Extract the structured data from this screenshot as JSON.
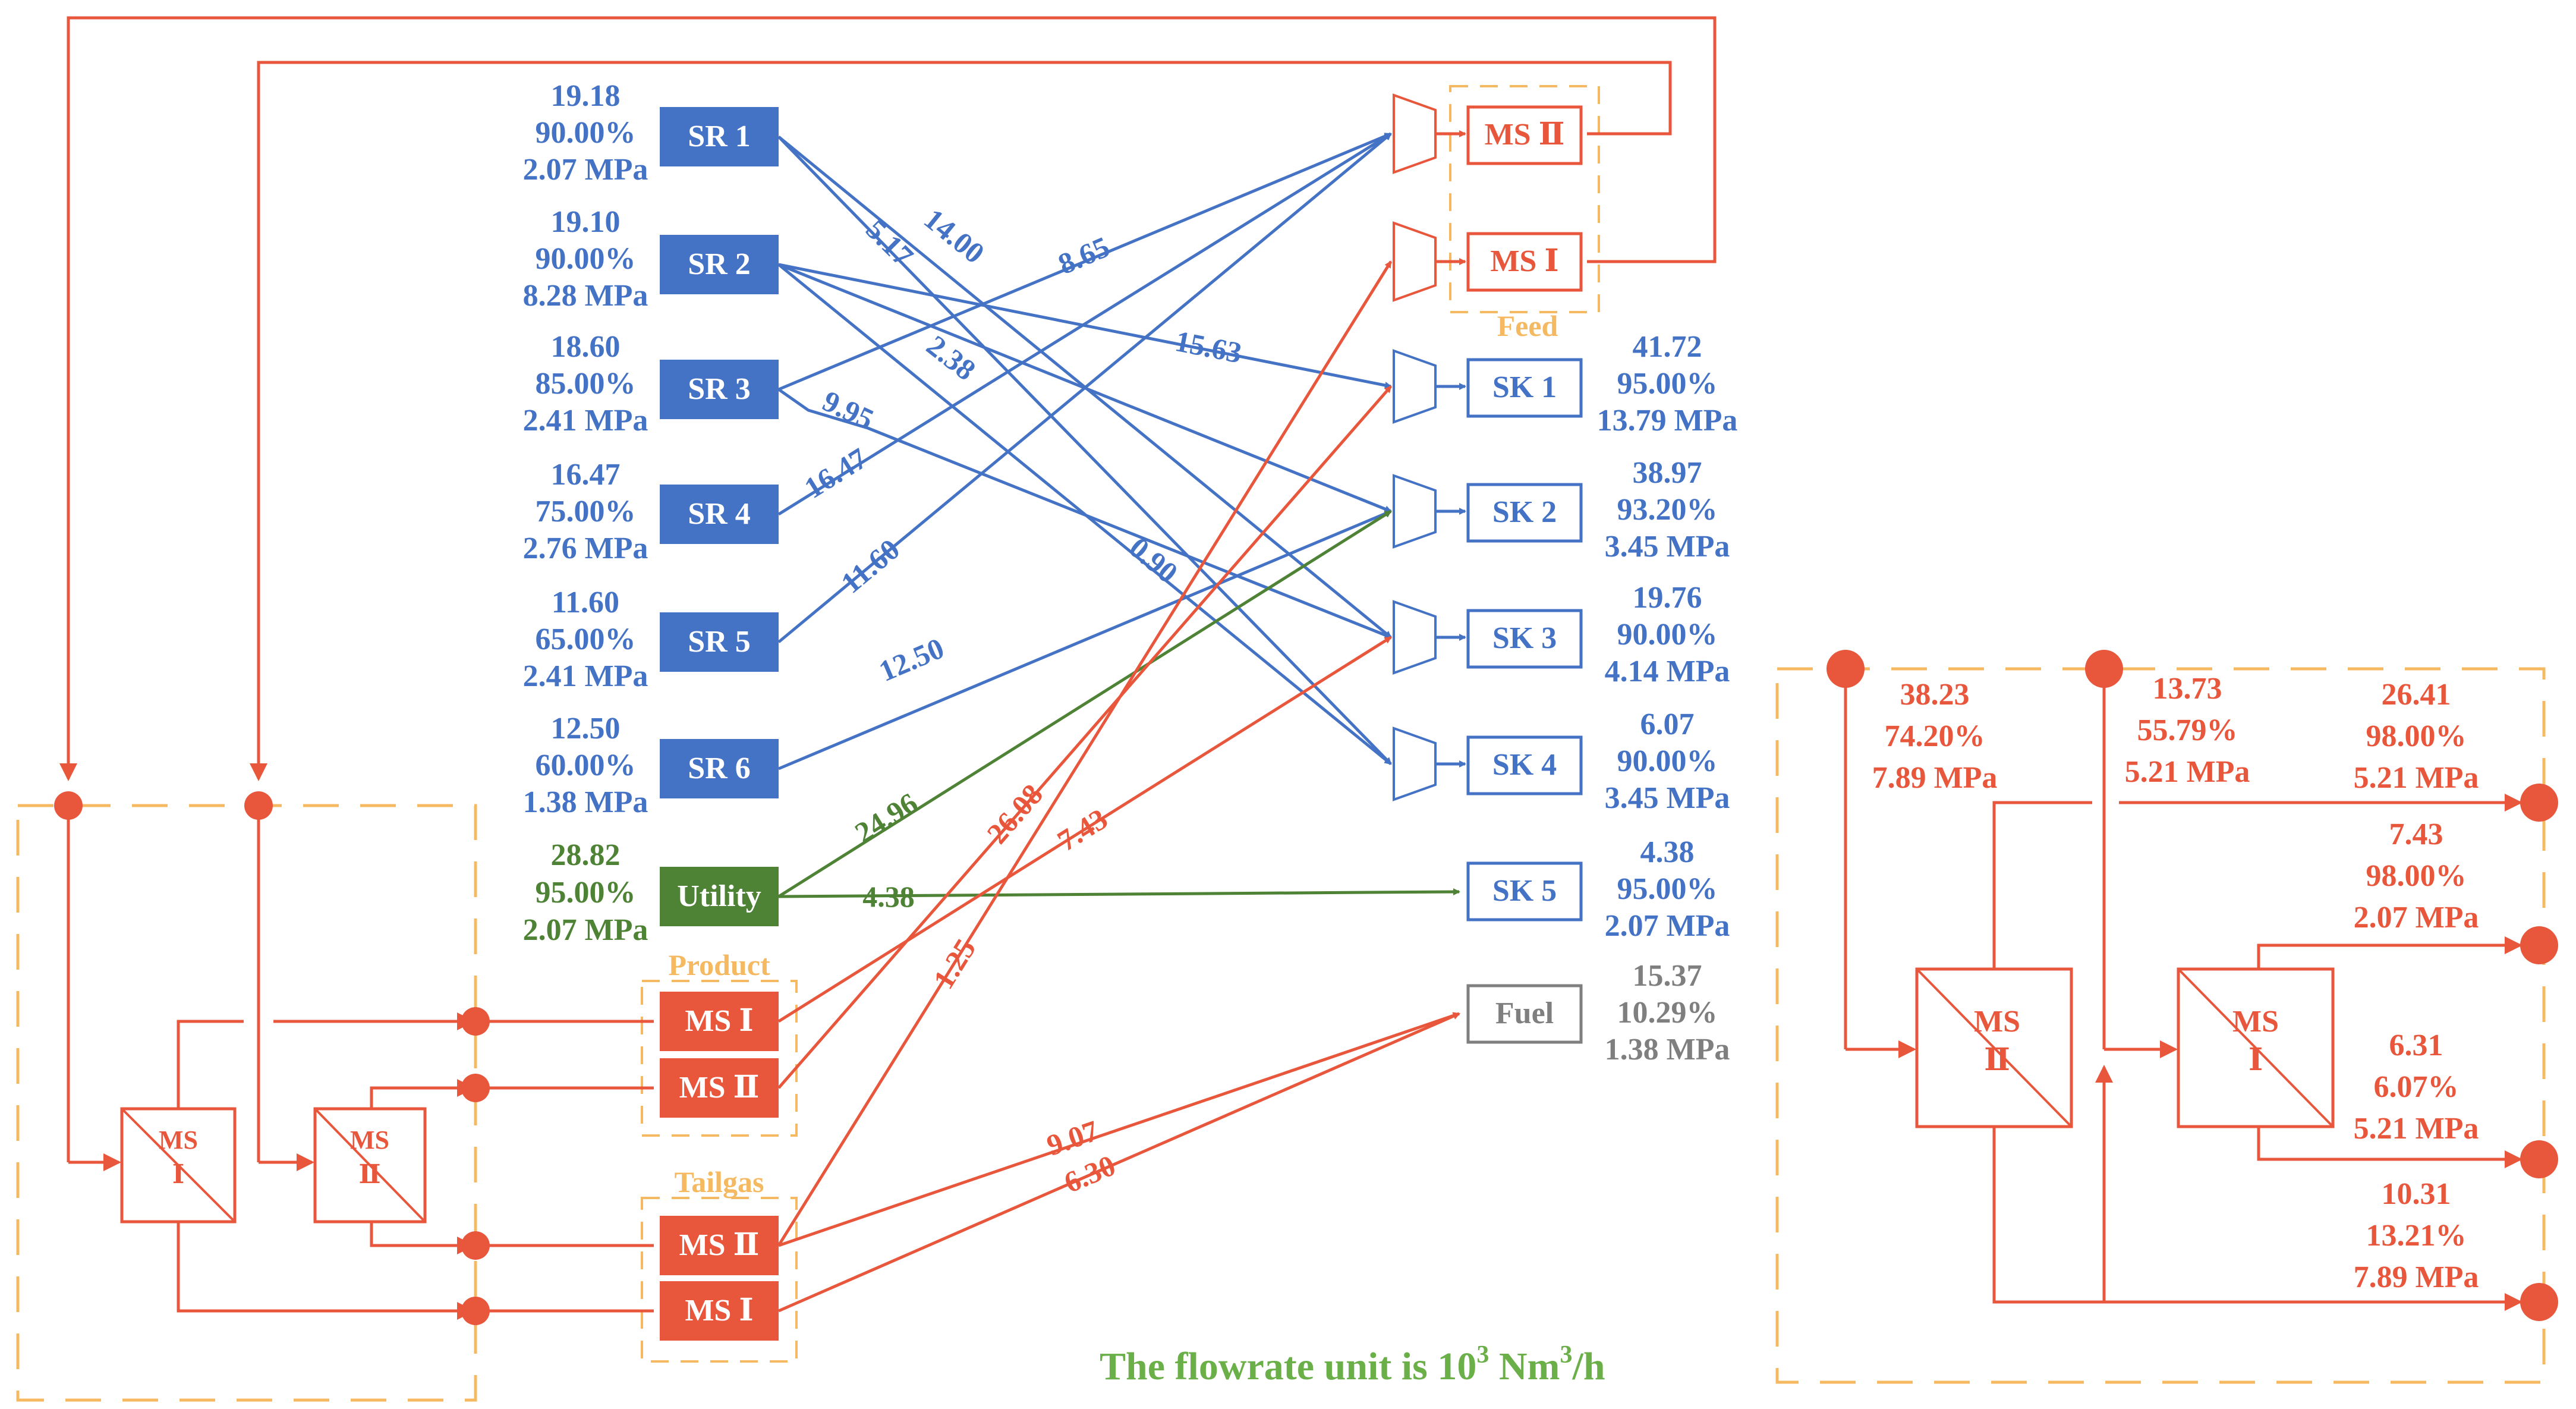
{
  "colors": {
    "blue": "#4472C4",
    "red": "#E8563C",
    "green": "#4E8235",
    "gray": "#7F7F7F",
    "orange": "#F5B962",
    "legend_green": "#6AAF48"
  },
  "sources": [
    {
      "label": "SR 1",
      "flow": "19.18",
      "purity": "90.00%",
      "pressure": "2.07 MPa"
    },
    {
      "label": "SR 2",
      "flow": "19.10",
      "purity": "90.00%",
      "pressure": "8.28 MPa"
    },
    {
      "label": "SR 3",
      "flow": "18.60",
      "purity": "85.00%",
      "pressure": "2.41 MPa"
    },
    {
      "label": "SR 4",
      "flow": "16.47",
      "purity": "75.00%",
      "pressure": "2.76 MPa"
    },
    {
      "label": "SR 5",
      "flow": "11.60",
      "purity": "65.00%",
      "pressure": "2.41 MPa"
    },
    {
      "label": "SR 6",
      "flow": "12.50",
      "purity": "60.00%",
      "pressure": "1.38 MPa"
    }
  ],
  "utility": {
    "label": "Utility",
    "flow": "28.82",
    "purity": "95.00%",
    "pressure": "2.07 MPa"
  },
  "product_group": {
    "title": "Product",
    "items": [
      {
        "label": "MS Ⅰ"
      },
      {
        "label": "MS Ⅱ"
      }
    ]
  },
  "tailgas_group": {
    "title": "Tailgas",
    "items": [
      {
        "label": "MS Ⅱ"
      },
      {
        "label": "MS Ⅰ"
      }
    ]
  },
  "feed_group": {
    "title": "Feed",
    "items": [
      {
        "label": "MS Ⅱ"
      },
      {
        "label": "MS Ⅰ"
      }
    ]
  },
  "sinks": [
    {
      "label": "SK 1",
      "flow": "41.72",
      "purity": "95.00%",
      "pressure": "13.79 MPa"
    },
    {
      "label": "SK 2",
      "flow": "38.97",
      "purity": "93.20%",
      "pressure": "3.45 MPa"
    },
    {
      "label": "SK 3",
      "flow": "19.76",
      "purity": "90.00%",
      "pressure": "4.14 MPa"
    },
    {
      "label": "SK 4",
      "flow": "6.07",
      "purity": "90.00%",
      "pressure": "3.45 MPa"
    },
    {
      "label": "SK 5",
      "flow": "4.38",
      "purity": "95.00%",
      "pressure": "2.07 MPa"
    }
  ],
  "fuel": {
    "label": "Fuel",
    "flow": "15.37",
    "purity": "10.29%",
    "pressure": "1.38 MPa"
  },
  "flows": [
    {
      "label": "14.00",
      "color": "blue"
    },
    {
      "label": "5.17",
      "color": "blue"
    },
    {
      "label": "8.65",
      "color": "blue"
    },
    {
      "label": "15.63",
      "color": "blue"
    },
    {
      "label": "2.38",
      "color": "blue"
    },
    {
      "label": "9.95",
      "color": "blue"
    },
    {
      "label": "16.47",
      "color": "blue"
    },
    {
      "label": "0.90",
      "color": "blue"
    },
    {
      "label": "11.60",
      "color": "blue"
    },
    {
      "label": "12.50",
      "color": "blue"
    },
    {
      "label": "24.96",
      "color": "green"
    },
    {
      "label": "26.08",
      "color": "red"
    },
    {
      "label": "7.43",
      "color": "red"
    },
    {
      "label": "4.38",
      "color": "green"
    },
    {
      "label": "1.25",
      "color": "red"
    },
    {
      "label": "9.07",
      "color": "red"
    },
    {
      "label": "6.30",
      "color": "red"
    }
  ],
  "ms_units": {
    "left_1": "MS\nⅠ",
    "left_2": "MS\nⅡ",
    "right_2": "MS\nⅡ",
    "right_1": "MS\nⅠ"
  },
  "right_detail": {
    "in_ms2": {
      "flow": "38.23",
      "purity": "74.20%",
      "pressure": "7.89 MPa"
    },
    "in_ms1": {
      "flow": "13.73",
      "purity": "55.79%",
      "pressure": "5.21 MPa"
    },
    "out_1": {
      "flow": "26.41",
      "purity": "98.00%",
      "pressure": "5.21 MPa"
    },
    "out_2": {
      "flow": "7.43",
      "purity": "98.00%",
      "pressure": "2.07 MPa"
    },
    "out_3": {
      "flow": "6.31",
      "purity": "6.07%",
      "pressure": "5.21 MPa"
    },
    "out_4": {
      "flow": "10.31",
      "purity": "13.21%",
      "pressure": "7.89 MPa"
    }
  },
  "note": {
    "prefix": "The flowrate unit is 10",
    "sup1": "3",
    "mid": " Nm",
    "sup2": "3",
    "suffix": "/h"
  }
}
